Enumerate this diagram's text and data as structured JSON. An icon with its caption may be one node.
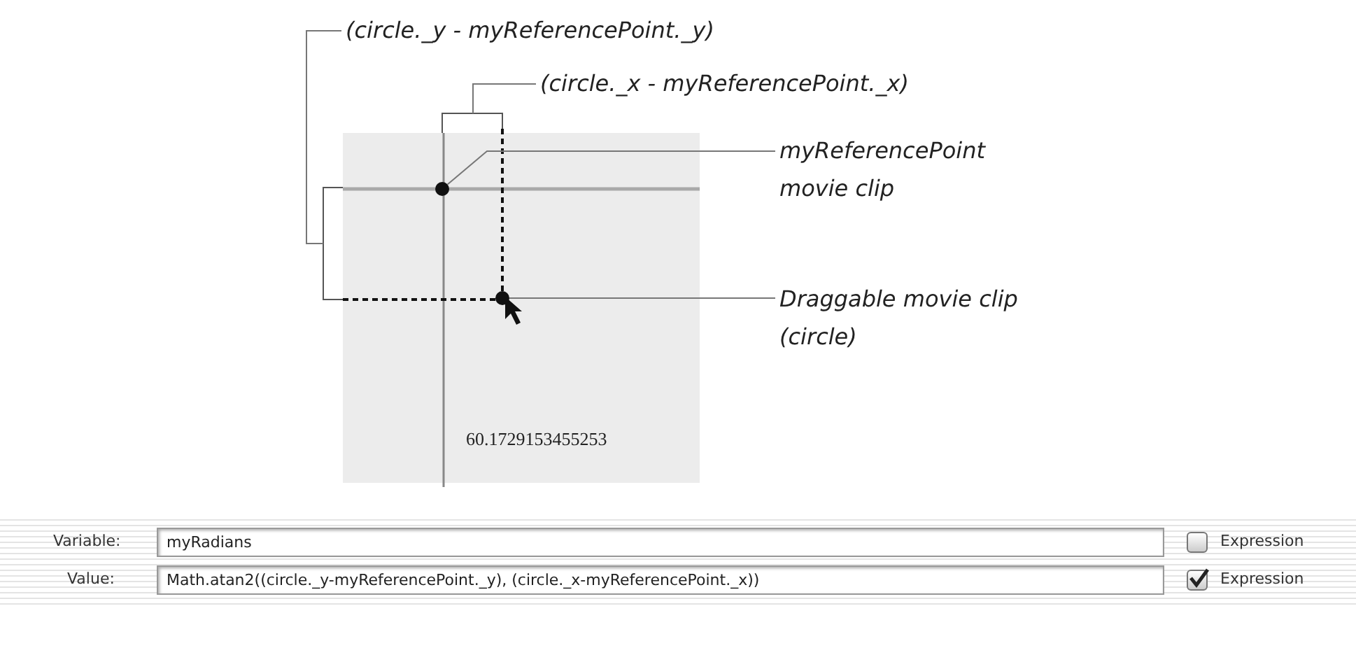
{
  "diagram": {
    "nodes": [
      {
        "text": [
          "(circle._y - myReferencePoint._y)"
        ]
      },
      {
        "text": [
          "(circle._x - myReferencePoint._x)"
        ]
      },
      {
        "text": [
          "myReferencePoint movie clip"
        ]
      },
      {
        "text": [],
        "shape": "circle"
      },
      {
        "text": [
          "Draggable movie clip (circle)"
        ]
      },
      {
        "text": [],
        "shape": "circle"
      },
      {
        "text": [],
        "shape": "bracket"
      },
      {
        "text": [],
        "shape": "bracket"
      }
    ],
    "edges": [
      {
        "from": 0,
        "to": 7,
        "arrow": "none"
      },
      {
        "from": 1,
        "to": 6,
        "arrow": "none"
      },
      {
        "from": 2,
        "to": 3,
        "arrow": "none"
      },
      {
        "from": 4,
        "to": 5,
        "arrow": "none"
      }
    ],
    "labels": [
      "60.1729153455253",
      "Variable:",
      "myRadians",
      "Expression",
      "Value:",
      "Math.atan2((circle._y-myReferencePoint._y), (circle._x-myReferencePoint._x))",
      "Expression"
    ]
  }
}
